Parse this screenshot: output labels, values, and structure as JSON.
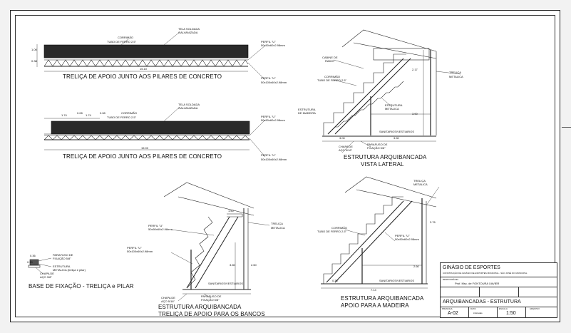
{
  "views": {
    "truss1_title": "TRELIÇA DE APOIO JUNTO AOS PILARES DE CONCRETO",
    "truss2_title": "TRELIÇA DE APOIO JUNTO AOS PILARES DE CONCRETO",
    "lateral_title": "ESTRUTURA ARQUIBANCADA",
    "lateral_subtitle": "VISTA LATERAL",
    "benches_title": "ESTRUTURA ARQUIBANCADA",
    "benches_subtitle": "TRELIÇA DE APOIO PARA OS BANCOS",
    "base_title": "BASE DE FIXAÇÃO  - TRELIÇA e PILAR",
    "wood_title": "ESTRUTURA ARQUIBANCADA",
    "wood_subtitle": "APOIO PARA A MADEIRA"
  },
  "annotations": {
    "t1_corrimao": "CORRIMÃO",
    "t1_tubo": "TUBO DE FERRO 2.5\"",
    "t1_tela": "TELA SOLDADA",
    "t1_galv": "GALVANIZADA",
    "t1_perfil_top": "PERFIL \"U\"",
    "t1_perfil_top_dim": "50x50x60x2.98mm",
    "t1_perfil_bot": "PERFIL \"U\"",
    "t1_perfil_bot_dim": "50x100x60x2.98mm",
    "t1_len": "15.10",
    "t1_h1": "1.00",
    "t1_h2": "0.38",
    "t2_corrimao": "CORRIMÃO",
    "t2_tubo": "TUBO DE FERRO 2.5\"",
    "t2_tela": "TELA SOLDADA",
    "t2_galv": "GALVANIZADA",
    "t2_perfil_top": "PERFIL \"U\"",
    "t2_perfil_top_dim": "50x50x60x2.98mm",
    "t2_perfil_bot": "PERFIL \"U\"",
    "t2_perfil_bot_dim": "50x100x60x2.98mm",
    "t2_len": "15.00",
    "t2_d1": "1.74",
    "t2_d2": "0.08",
    "t2_d3": "1.74",
    "t2_d4": "0.08",
    "lv_cabine": "CABINE DE",
    "lv_radio": "RADIO",
    "lv_corrimao": "CORRIMÃO",
    "lv_tubo": "TUBO DE FERRO 2.5\"",
    "lv_estr_mad": "ESTRUTURA",
    "lv_de_mad": "DE MADEIRA",
    "lv_estr_met": "ESTRUTURA",
    "lv_met": "METALICA",
    "lv_trelica": "TRELIÇA",
    "lv_trelica_met": "METALICA",
    "lv_sanitarios": "SANITARIOS/VESTIARIOS",
    "lv_chapa": "CHAPA DE",
    "lv_aco": "AÇO 5/16\"",
    "lv_parafuso": "PARAFUSO DE",
    "lv_fixacao": "FIXAÇÃO 5/8\"",
    "lv_d1": "3.00",
    "lv_d2": "3.50",
    "lv_d3": "2.17",
    "lv_d4": "3.90",
    "b_perfil1": "PERFIL \"U\"",
    "b_perfil1_dim": "50x50x60x2.98mm",
    "b_perfil2": "PERFIL \"U\"",
    "b_perfil2_dim": "50x100x60x2.98mm",
    "b_trelica": "TRELIÇA",
    "b_trelica_met": "METALICA",
    "b_sanitarios": "SANITARIOS/VESTIARIOS",
    "b_chapa": "CHAPA DE",
    "b_aco": "AÇO 5/16\"",
    "b_parafuso": "PARAFUSO DE",
    "b_fixacao": "FIXAÇÃO 5/8\"",
    "b_d1": "1.50",
    "b_d2": "2.60",
    "b_d3": "3.60",
    "base_parafuso": "PARAFUSO DE",
    "base_fixacao": "FIXAÇÃO 5/8\"",
    "base_estrutura": "ESTRUTURA",
    "base_metalica": "METALICA (treliça e pilar)",
    "base_chapa": "CHAPA DE",
    "base_aco": "AÇO 3/8\"",
    "base_dim1": "0.36",
    "base_dim2": "0.30",
    "w_trelica": "TRELIÇA",
    "w_trelica_met": "METALICA",
    "w_corrimao": "CORRIMÃO",
    "w_tubo": "TUBO DE FERRO 2.5\"",
    "w_perfil": "PERFIL \"U\"",
    "w_perfil_dim": "50x50x60x2.98mm",
    "w_sanitarios": "SANITARIOS/VESTIARIOS",
    "w_d1": "7.14",
    "w_d2": "3.76",
    "w_d3": "2.60",
    "w_d4": "0.30"
  },
  "titleblock": {
    "project": "GINÁSIO DE ESPORTES",
    "project_sub": "CONSTRUÇÃO DE GINÁSIO DE ESPORTES MUNICIPAL - SÃO JOSÉ DO MUNICIPAL",
    "author_label": "RESPONSÁVEL",
    "author": "Prof. Msc. de FONTOURA XAVIER",
    "drawing": "ARQUIBANCADAS - ESTRUTURA",
    "sheet_label": "PRANCHA",
    "sheet": "A-02",
    "scale_label": "ESCALA",
    "scale": "1:50",
    "date_label": "DATA",
    "date_value": "indicadas",
    "page_label": "ARQUIVO"
  }
}
